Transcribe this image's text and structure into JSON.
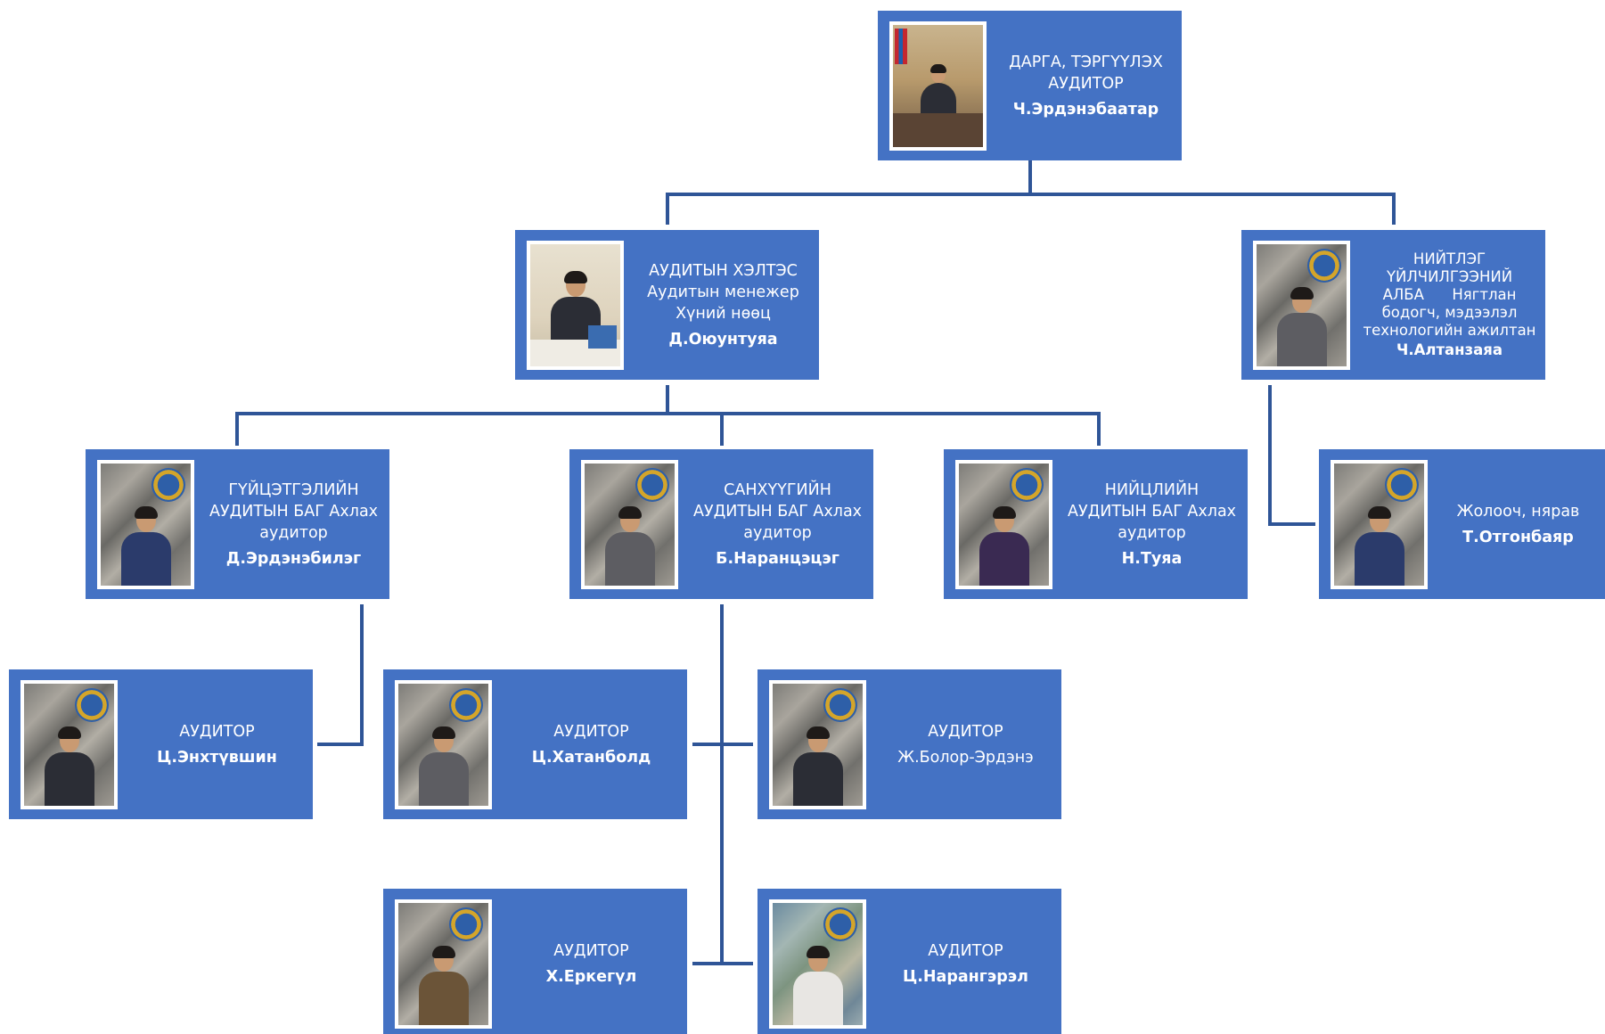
{
  "nodes": {
    "head": {
      "title_lines": [
        "ДАРГА, ТЭРГҮҮЛЭХ",
        "АУДИТОР"
      ],
      "name": "Ч.Эрдэнэбаатар"
    },
    "audit_dept": {
      "title_lines": [
        "АУДИТЫН ХЭЛТЭС",
        "Аудитын менежер",
        "Хүний нөөц"
      ],
      "name": "Д.Оюунтуяа"
    },
    "general_services": {
      "title_lines": [
        "НИЙТЛЭГ",
        "ҮЙЛЧИЛГЭЭНИЙ",
        "АЛБА      Нягтлан",
        "бодогч, мэдээлэл",
        "технологийн ажилтан"
      ],
      "name": "Ч.Алтанзаяа"
    },
    "performance_team": {
      "title_lines": [
        "ГҮЙЦЭТГЭЛИЙН",
        "АУДИТЫН БАГ Ахлах",
        "аудитор"
      ],
      "name": "Д.Эрдэнэбилэг"
    },
    "financial_team": {
      "title_lines": [
        "САНХҮҮГИЙН",
        "АУДИТЫН БАГ Ахлах",
        "аудитор"
      ],
      "name": "Б.Наранцэцэг"
    },
    "compliance_team": {
      "title_lines": [
        "НИЙЦЛИЙН",
        "АУДИТЫН БАГ Ахлах",
        "аудитор"
      ],
      "name": "Н.Туяа"
    },
    "driver": {
      "title_lines": [
        "Жолооч, нярав"
      ],
      "name": "Т.Отгонбаяр"
    },
    "auditor_enkhtuvshin": {
      "title_lines": [
        "АУДИТОР"
      ],
      "name": "Ц.Энхтүвшин"
    },
    "auditor_khatanbold": {
      "title_lines": [
        "АУДИТОР"
      ],
      "name": "Ц.Хатанболд"
    },
    "auditor_bolor_erdene": {
      "title_lines": [
        "АУДИТОР"
      ],
      "name": "Ж.Болор-Эрдэнэ"
    },
    "auditor_erkegul": {
      "title_lines": [
        "АУДИТОР"
      ],
      "name": "Х.Еркегүл"
    },
    "auditor_narangerel": {
      "title_lines": [
        "АУДИТОР"
      ],
      "name": "Ц.Нарангэрэл"
    }
  },
  "colors": {
    "box_fill": "#4472c4",
    "connector": "#2f5597",
    "text": "#ffffff"
  }
}
